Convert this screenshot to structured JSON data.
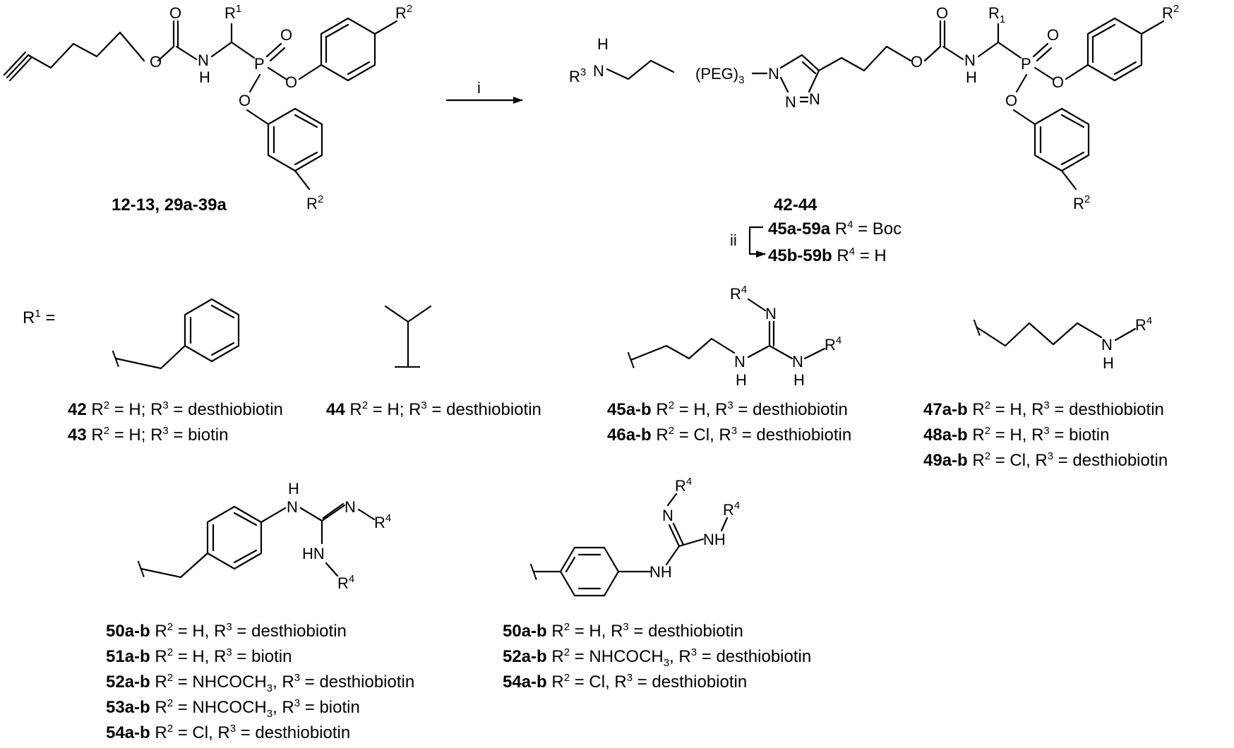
{
  "atoms": {
    "O": "O",
    "N": "N",
    "H": "H",
    "P": "P",
    "NH": "NH",
    "HN": "HN",
    "R": "R",
    "sup1": "1",
    "sub1": "1",
    "sup2": "2",
    "sup3": "3",
    "sup4": "4",
    "PEG": "(PEG)",
    "sub3": "3"
  },
  "reaction": {
    "step_i": "i",
    "step_ii": "ii"
  },
  "compounds": {
    "start": "12-13, 29a-39a",
    "product": "42-44",
    "boc": {
      "id": "45a-59a",
      "text": " = Boc"
    },
    "deprot": {
      "id": "45b-59b",
      "text": " = H"
    }
  },
  "r1_label": "R",
  "r1_eq": " =",
  "captions": {
    "c42": {
      "id": "42",
      "a": " R",
      "b": " = H; R",
      "c": " = desthiobiotin"
    },
    "c43": {
      "id": "43",
      "a": " R",
      "b": " = H; R",
      "c": " = biotin"
    },
    "c44": {
      "id": "44",
      "a": " R",
      "b": " = H; R",
      "c": " = desthiobiotin"
    },
    "c45": {
      "id": "45a-b",
      "a": " R",
      "b": " = H, R",
      "c": " = desthiobiotin"
    },
    "c46": {
      "id": "46a-b",
      "a": " R",
      "b": " = Cl, R",
      "c": " = desthiobiotin"
    },
    "c47": {
      "id": "47a-b",
      "a": " R",
      "b": " = H, R",
      "c": " = desthiobiotin"
    },
    "c48": {
      "id": "48a-b",
      "a": " R",
      "b": " = H, R",
      "c": " = biotin"
    },
    "c49": {
      "id": "49a-b",
      "a": " R",
      "b": " = Cl, R",
      "c": " = desthiobiotin"
    },
    "c50": {
      "id": "50a-b",
      "a": " R",
      "b": " = H, R",
      "c": " = desthiobiotin"
    },
    "c51": {
      "id": "51a-b",
      "a": " R",
      "b": " = H, R",
      "c": " = biotin"
    },
    "c52": {
      "id": "52a-b",
      "a": " R",
      "b": " = NHCOCH",
      "b2": ", R",
      "c": " = desthiobiotin"
    },
    "c53": {
      "id": "53a-b",
      "a": " R",
      "b": " = NHCOCH",
      "b2": ", R",
      "c": " = biotin"
    },
    "c54": {
      "id": "54a-b",
      "a": " R",
      "b": " = Cl, R",
      "c": " = desthiobiotin"
    },
    "c50r": {
      "id": "50a-b",
      "a": " R",
      "b": " = H, R",
      "c": " = desthiobiotin"
    },
    "c52r": {
      "id": "52a-b",
      "a": " R",
      "b": " = NHCOCH",
      "b2": ", R",
      "c": " = desthiobiotin"
    },
    "c54r": {
      "id": "54a-b",
      "a": " R",
      "b": " = Cl, R",
      "c": " = desthiobiotin"
    }
  }
}
